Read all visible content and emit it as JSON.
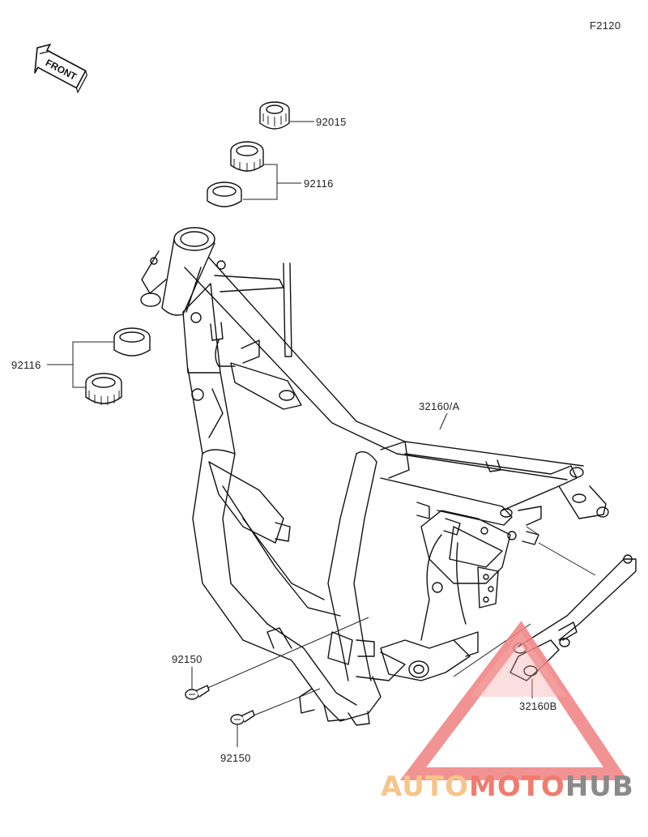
{
  "figure_code": "F2120",
  "front_badge": "FRONT",
  "parts": {
    "steering_nut": "92015",
    "upper_bearing": "92116",
    "lower_bearing": "92116",
    "frame_main": "32160/A",
    "frame_sub": "32160B",
    "bolt_left": "92150",
    "bolt_right": "92150"
  },
  "watermark": {
    "part1": "AUTO",
    "part2": "MOTO",
    "part3": "HUB",
    "color1": "#f5c58a",
    "color2": "#f07b6e",
    "color3": "#8a8a8a",
    "triangle_color": "#f08080"
  }
}
